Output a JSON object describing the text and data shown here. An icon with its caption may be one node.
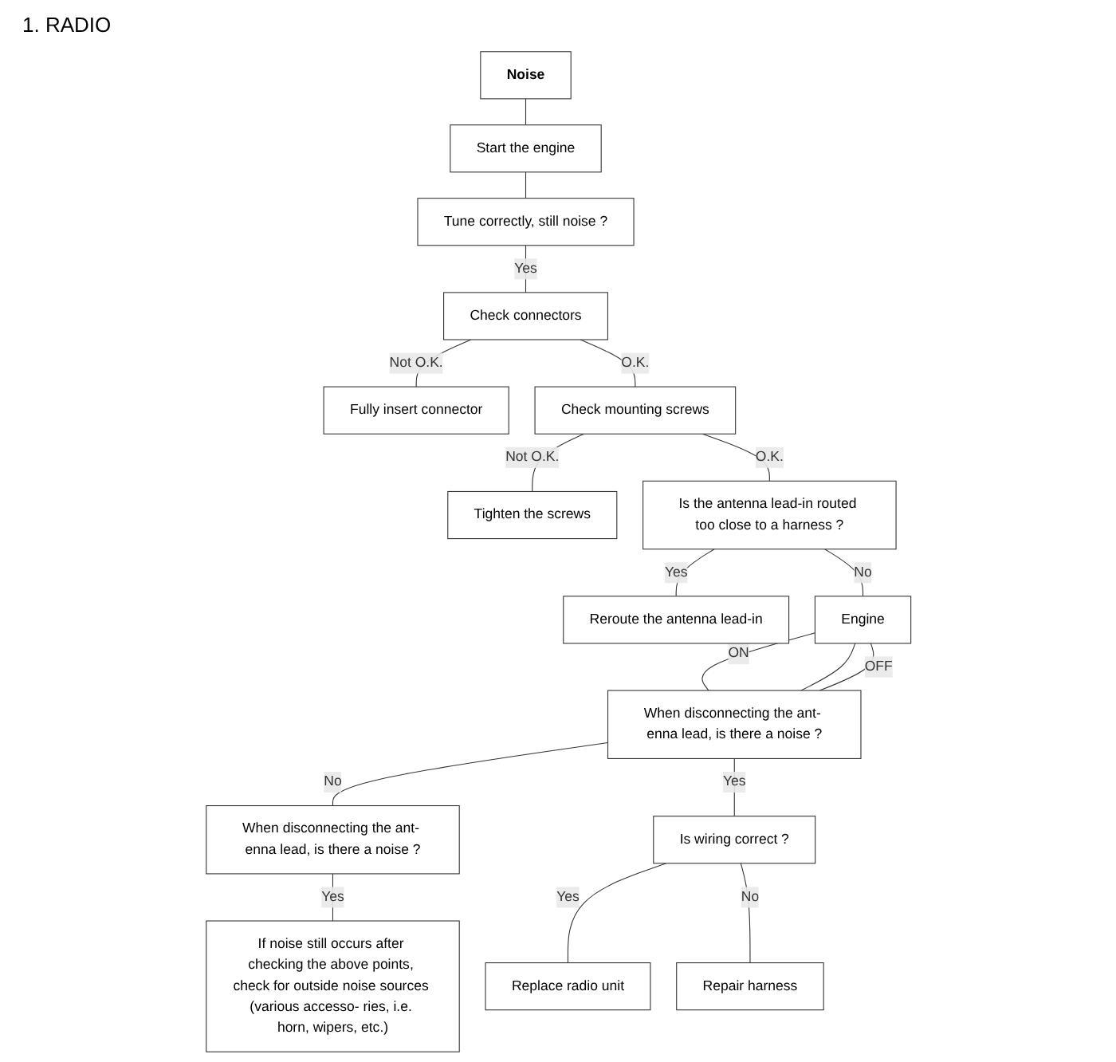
{
  "diagram": {
    "title": "1. RADIO",
    "nodes": [
      {
        "text": [
          "Noise"
        ]
      },
      {
        "text": [
          "Start the engine"
        ]
      },
      {
        "text": [
          "Tune correctly, still noise ?"
        ]
      },
      {
        "text": [
          "Check connectors"
        ]
      },
      {
        "text": [
          "Fully insert connector"
        ]
      },
      {
        "text": [
          "Check mounting screws"
        ]
      },
      {
        "text": [
          "Tighten the screws"
        ]
      },
      {
        "text": [
          "Is the antenna lead-in routed too close to a harness ?"
        ]
      },
      {
        "text": [
          "Reroute the antenna lead-in"
        ]
      },
      {
        "text": [
          "Engine"
        ]
      },
      {
        "text": [
          "When disconnecting the ant- enna lead, is there a noise ?"
        ]
      },
      {
        "text": [
          "When disconnecting the ant- enna lead, is there a noise ?"
        ]
      },
      {
        "text": [
          "If noise still occurs after checking the above points, check for outside noise sources (various accesso- ries, i.e. horn, wipers, etc.)"
        ]
      },
      {
        "text": [
          "Is wiring correct ?"
        ]
      },
      {
        "text": [
          "Replace radio unit"
        ]
      },
      {
        "text": [
          "Repair harness"
        ]
      }
    ],
    "edges": [
      {
        "from": 0,
        "to": 1,
        "arrow": "none"
      },
      {
        "from": 1,
        "to": 2,
        "arrow": "none"
      },
      {
        "from": 2,
        "to": 3,
        "label": "Yes",
        "arrow": "none"
      },
      {
        "from": 3,
        "to": 4,
        "label": "Not O.K.",
        "arrow": "none"
      },
      {
        "from": 3,
        "to": 5,
        "label": "O.K.",
        "arrow": "none"
      },
      {
        "from": 5,
        "to": 6,
        "label": "Not O.K.",
        "arrow": "none"
      },
      {
        "from": 5,
        "to": 7,
        "label": "O.K.",
        "arrow": "none"
      },
      {
        "from": 7,
        "to": 8,
        "label": "Yes",
        "arrow": "none"
      },
      {
        "from": 7,
        "to": 9,
        "label": "No",
        "arrow": "none"
      },
      {
        "from": 9,
        "to": 10,
        "label": "ON",
        "arrow": "none"
      },
      {
        "from": 9,
        "to": 10,
        "arrow": "none"
      },
      {
        "from": 9,
        "to": 10,
        "label": "OFF",
        "arrow": "none"
      },
      {
        "from": 10,
        "to": 11,
        "label": "No",
        "arrow": "none"
      },
      {
        "from": 11,
        "to": 12,
        "label": "Yes",
        "arrow": "none"
      },
      {
        "from": 10,
        "to": 13,
        "label": "Yes",
        "arrow": "none"
      },
      {
        "from": 13,
        "to": 14,
        "label": "Yes",
        "arrow": "none"
      },
      {
        "from": 13,
        "to": 15,
        "label": "No",
        "arrow": "none"
      }
    ]
  }
}
